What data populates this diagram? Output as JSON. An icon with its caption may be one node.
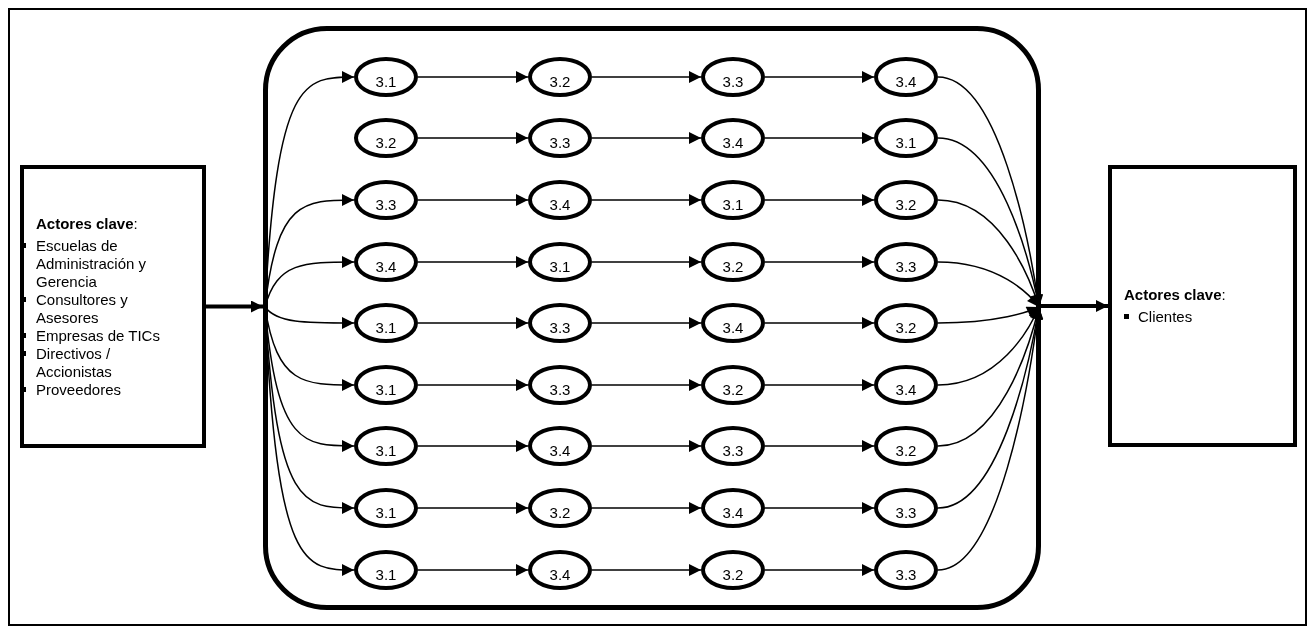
{
  "diagram": {
    "nodes": [
      {
        "text": [
          "**Actores clave**:",
          "Escuelas de Administración y Gerencia",
          "Consultores y Asesores",
          "Empresas de TICs",
          "Directivos / Accionistas",
          "Proveedores"
        ]
      },
      {
        "text": [],
        "shape": "box"
      },
      {
        "text": [
          "3.1"
        ],
        "in": 1
      },
      {
        "text": [
          "3.2"
        ],
        "in": 1
      },
      {
        "text": [
          "3.3"
        ],
        "in": 1
      },
      {
        "text": [
          "3.4"
        ],
        "in": 1
      },
      {
        "text": [
          "3.2"
        ],
        "in": 1
      },
      {
        "text": [
          "3.3"
        ],
        "in": 1
      },
      {
        "text": [
          "3.4"
        ],
        "in": 1
      },
      {
        "text": [
          "3.1"
        ],
        "in": 1
      },
      {
        "text": [
          "3.3"
        ],
        "in": 1
      },
      {
        "text": [
          "3.4"
        ],
        "in": 1
      },
      {
        "text": [
          "3.1"
        ],
        "in": 1
      },
      {
        "text": [
          "3.2"
        ],
        "in": 1
      },
      {
        "text": [
          "3.4"
        ],
        "in": 1
      },
      {
        "text": [
          "3.1"
        ],
        "in": 1
      },
      {
        "text": [
          "3.2"
        ],
        "in": 1
      },
      {
        "text": [
          "3.3"
        ],
        "in": 1
      },
      {
        "text": [
          "3.1"
        ],
        "in": 1
      },
      {
        "text": [
          "3.3"
        ],
        "in": 1
      },
      {
        "text": [
          "3.4"
        ],
        "in": 1
      },
      {
        "text": [
          "3.2"
        ],
        "in": 1
      },
      {
        "text": [
          "3.1"
        ],
        "in": 1
      },
      {
        "text": [
          "3.3"
        ],
        "in": 1
      },
      {
        "text": [
          "3.2"
        ],
        "in": 1
      },
      {
        "text": [
          "3.4"
        ],
        "in": 1
      },
      {
        "text": [
          "3.1"
        ],
        "in": 1
      },
      {
        "text": [
          "3.4"
        ],
        "in": 1
      },
      {
        "text": [
          "3.3"
        ],
        "in": 1
      },
      {
        "text": [
          "3.2"
        ],
        "in": 1
      },
      {
        "text": [
          "3.1"
        ],
        "in": 1
      },
      {
        "text": [
          "3.2"
        ],
        "in": 1
      },
      {
        "text": [
          "3.4"
        ],
        "in": 1
      },
      {
        "text": [
          "3.3"
        ],
        "in": 1
      },
      {
        "text": [
          "3.1"
        ],
        "in": 1
      },
      {
        "text": [
          "3.4"
        ],
        "in": 1
      },
      {
        "text": [
          "3.2"
        ],
        "in": 1
      },
      {
        "text": [
          "3.3"
        ],
        "in": 1
      },
      {
        "text": [
          "**Actores clave**:",
          "Clientes"
        ]
      }
    ],
    "edges": [
      {
        "from": 0,
        "to": 1,
        "arrow": "to",
        "style": "thick"
      },
      {
        "from": 1,
        "to": 2,
        "arrow": "to"
      },
      {
        "from": 1,
        "to": 10,
        "arrow": "to"
      },
      {
        "from": 1,
        "to": 14,
        "arrow": "to"
      },
      {
        "from": 1,
        "to": 18,
        "arrow": "to"
      },
      {
        "from": 1,
        "to": 22,
        "arrow": "to"
      },
      {
        "from": 1,
        "to": 26,
        "arrow": "to"
      },
      {
        "from": 1,
        "to": 30,
        "arrow": "to"
      },
      {
        "from": 1,
        "to": 34,
        "arrow": "to"
      },
      {
        "from": 2,
        "to": 3,
        "arrow": "to"
      },
      {
        "from": 3,
        "to": 4,
        "arrow": "to"
      },
      {
        "from": 4,
        "to": 5,
        "arrow": "to"
      },
      {
        "from": 6,
        "to": 7,
        "arrow": "to"
      },
      {
        "from": 7,
        "to": 8,
        "arrow": "to"
      },
      {
        "from": 8,
        "to": 9,
        "arrow": "to"
      },
      {
        "from": 10,
        "to": 11,
        "arrow": "to"
      },
      {
        "from": 11,
        "to": 12,
        "arrow": "to"
      },
      {
        "from": 12,
        "to": 13,
        "arrow": "to"
      },
      {
        "from": 14,
        "to": 15,
        "arrow": "to"
      },
      {
        "from": 15,
        "to": 16,
        "arrow": "to"
      },
      {
        "from": 16,
        "to": 17,
        "arrow": "to"
      },
      {
        "from": 18,
        "to": 19,
        "arrow": "to"
      },
      {
        "from": 19,
        "to": 20,
        "arrow": "to"
      },
      {
        "from": 20,
        "to": 21,
        "arrow": "to"
      },
      {
        "from": 22,
        "to": 23,
        "arrow": "to"
      },
      {
        "from": 23,
        "to": 24,
        "arrow": "to"
      },
      {
        "from": 24,
        "to": 25,
        "arrow": "to"
      },
      {
        "from": 26,
        "to": 27,
        "arrow": "to"
      },
      {
        "from": 27,
        "to": 28,
        "arrow": "to"
      },
      {
        "from": 28,
        "to": 29,
        "arrow": "to"
      },
      {
        "from": 30,
        "to": 31,
        "arrow": "to"
      },
      {
        "from": 31,
        "to": 32,
        "arrow": "to"
      },
      {
        "from": 32,
        "to": 33,
        "arrow": "to"
      },
      {
        "from": 34,
        "to": 35,
        "arrow": "to"
      },
      {
        "from": 35,
        "to": 36,
        "arrow": "to"
      },
      {
        "from": 36,
        "to": 37,
        "arrow": "to"
      },
      {
        "from": 5,
        "to": 1,
        "arrow": "to"
      },
      {
        "from": 9,
        "to": 1,
        "arrow": "to"
      },
      {
        "from": 13,
        "to": 1,
        "arrow": "to"
      },
      {
        "from": 17,
        "to": 1,
        "arrow": "to"
      },
      {
        "from": 21,
        "to": 1,
        "arrow": "to"
      },
      {
        "from": 25,
        "to": 1,
        "arrow": "to"
      },
      {
        "from": 29,
        "to": 1,
        "arrow": "to"
      },
      {
        "from": 33,
        "to": 1,
        "arrow": "to"
      },
      {
        "from": 37,
        "to": 1,
        "arrow": "to"
      },
      {
        "from": 1,
        "to": 38,
        "arrow": "to",
        "style": "thick"
      }
    ]
  }
}
